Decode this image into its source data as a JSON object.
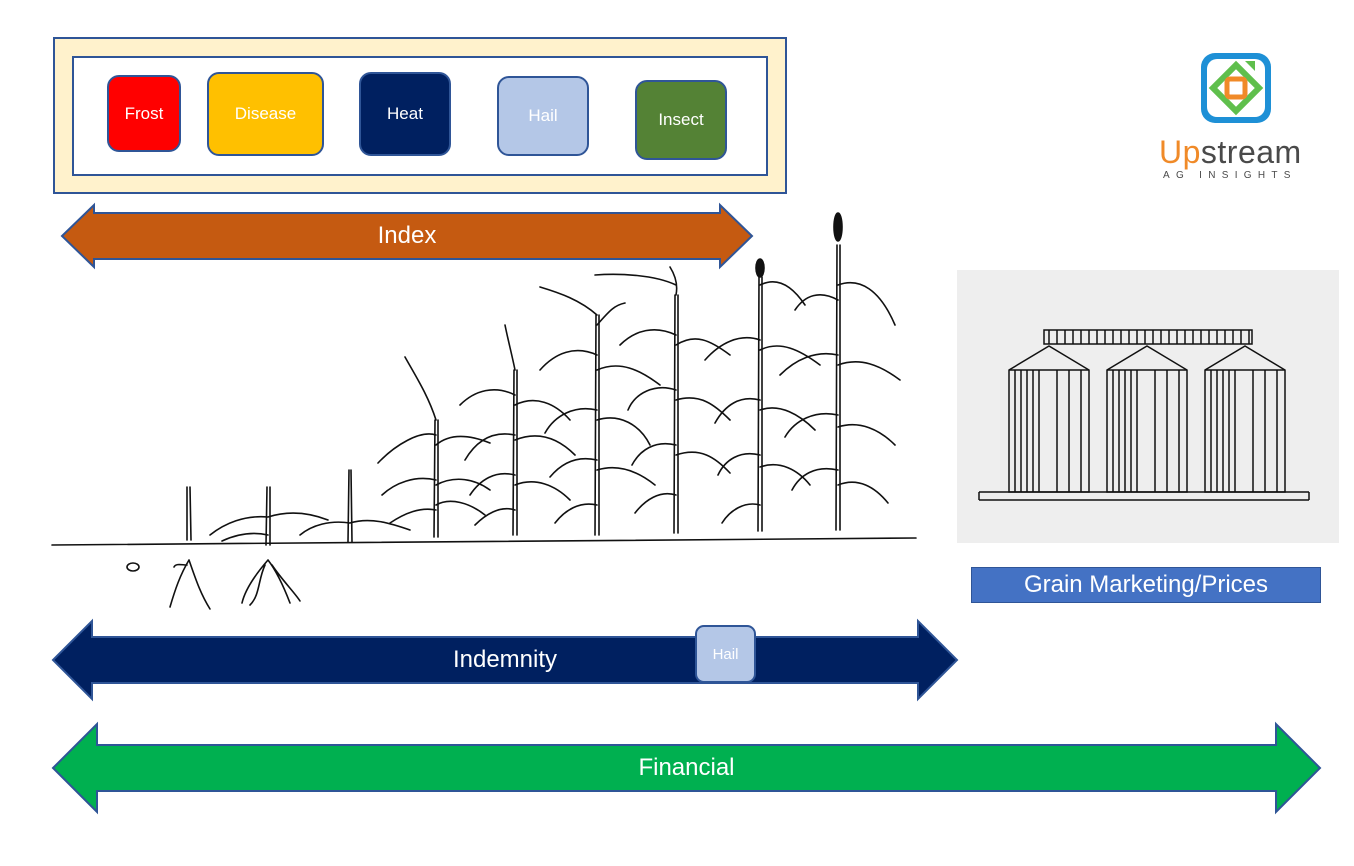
{
  "perils": {
    "frost": "Frost",
    "disease": "Disease",
    "heat": "Heat",
    "hail": "Hail",
    "insect": "Insect"
  },
  "arrows": {
    "index": "Index",
    "indemnity": "Indemnity",
    "indemnity_hail": "Hail",
    "financial": "Financial"
  },
  "grain": {
    "label": "Grain Marketing/Prices"
  },
  "logo": {
    "word_up": "Up",
    "word_rest": "stream",
    "tagline": "AG INSIGHTS"
  },
  "colors": {
    "index": "#c55a11",
    "indemnity": "#002060",
    "financial": "#00b050",
    "logo_blue": "#1e90d6",
    "logo_green": "#5fbf4c",
    "logo_orange": "#f08a28"
  }
}
